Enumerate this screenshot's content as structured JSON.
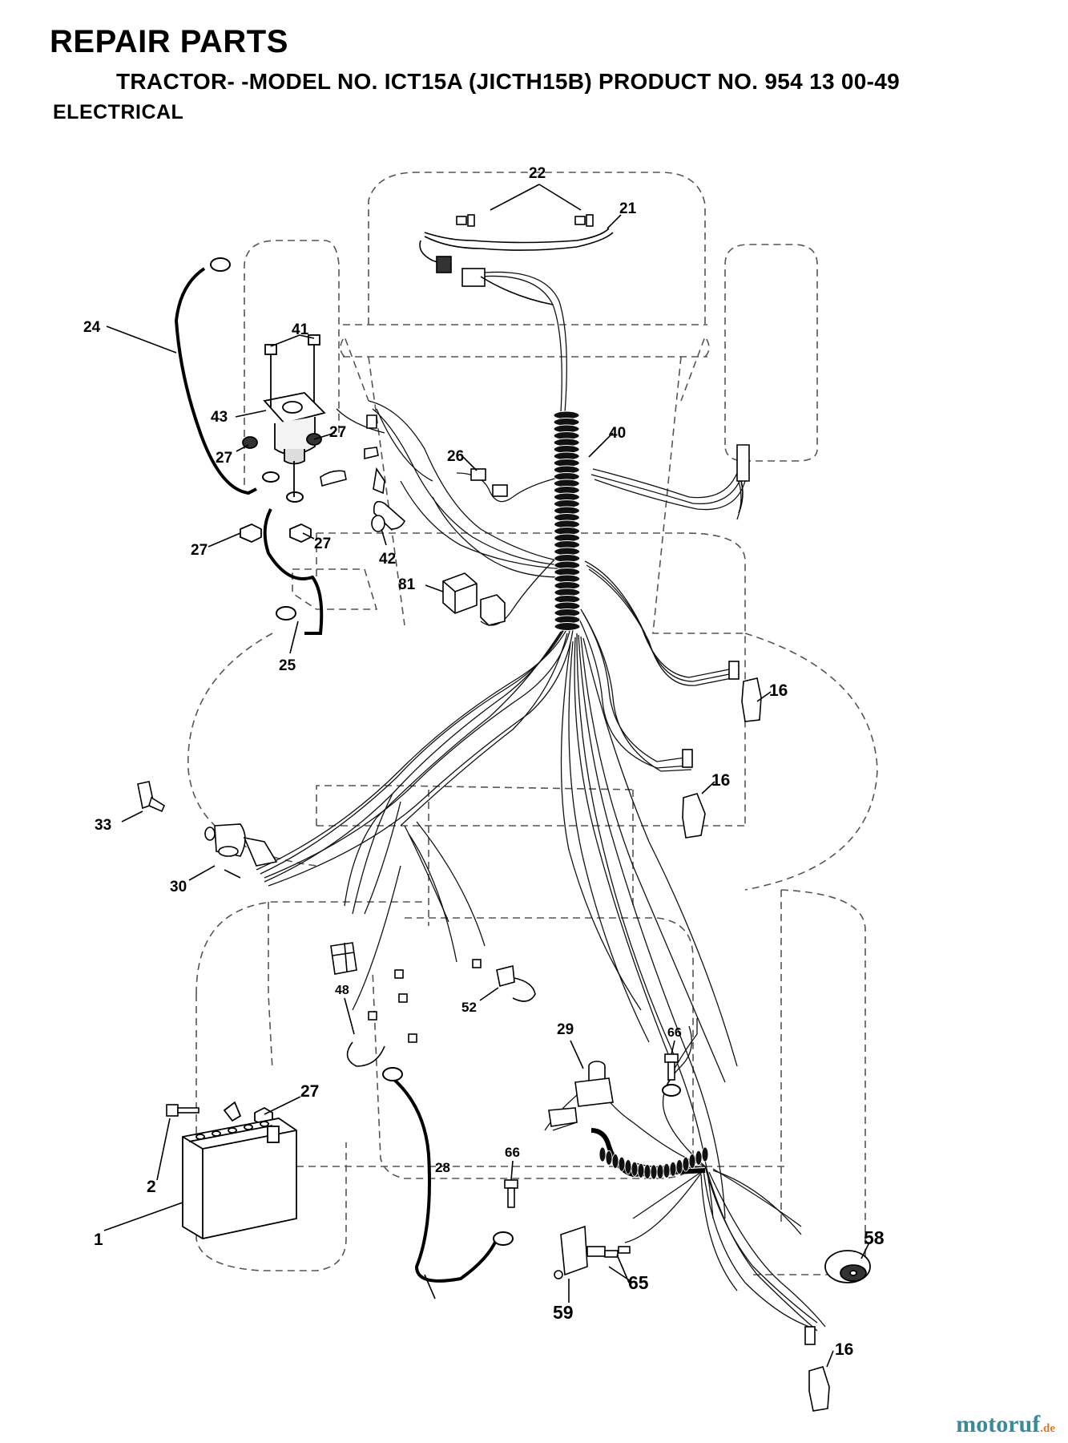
{
  "header": {
    "title": "REPAIR PARTS",
    "subtitle": "TRACTOR- -MODEL NO. ICT15A (JICTH15B) PRODUCT NO. 954 13 00-49",
    "section": "ELECTRICAL"
  },
  "callouts": {
    "c22": "22",
    "c21": "21",
    "c24": "24",
    "c41": "41",
    "c43": "43",
    "c27a": "27",
    "c27b": "27",
    "c27c": "27",
    "c27d": "27",
    "c27e": "27",
    "c40": "40",
    "c26": "26",
    "c42": "42",
    "c81": "81",
    "c25": "25",
    "c16a": "16",
    "c16b": "16",
    "c16c": "16",
    "c33": "33",
    "c30": "30",
    "c48": "48",
    "c52": "52",
    "c29": "29",
    "c66a": "66",
    "c66b": "66",
    "c28": "28",
    "c2": "2",
    "c1": "1",
    "c58": "58",
    "c65": "65",
    "c59": "59"
  },
  "watermark": {
    "brand": "motoruf",
    "tld": ".de"
  },
  "colors": {
    "ink": "#000000",
    "outline": "#555555",
    "watermark_main": "#3a8a9a",
    "watermark_tld": "#e07a20"
  }
}
